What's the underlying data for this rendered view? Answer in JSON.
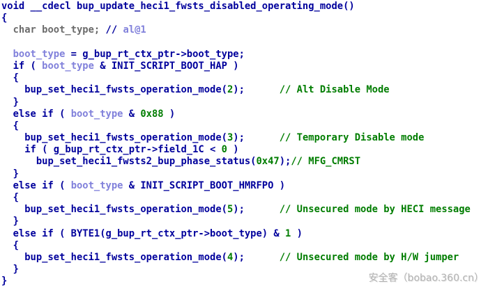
{
  "app": {
    "view": "hexrays-pseudocode",
    "function_name": "bup_update_heci1_fwsts_disabled_operating_mode"
  },
  "palette": {
    "kw": "#00009C",
    "lv": "#8181DB",
    "num": "#007D00",
    "com": "#007D00",
    "gry": "#6B6B6B",
    "background": "#FFFFFF",
    "watermark": "#B2B2B2"
  },
  "code": {
    "lines": [
      {
        "segments": [
          {
            "style": "kw",
            "text": "void __cdecl bup_update_heci1_fwsts_disabled_operating_mode()"
          }
        ]
      },
      {
        "segments": [
          {
            "style": "kw",
            "text": "{"
          }
        ]
      },
      {
        "segments": [
          {
            "style": "gry",
            "text": "  char boot_type; "
          },
          {
            "style": "kw",
            "text": "// "
          },
          {
            "style": "lv",
            "text": "al@1"
          }
        ]
      },
      {
        "segments": []
      },
      {
        "segments": [
          {
            "style": "lv",
            "text": "  boot_type"
          },
          {
            "style": "kw",
            "text": " = g_bup_rt_ctx_ptr->boot_type;"
          }
        ]
      },
      {
        "segments": [
          {
            "style": "kw",
            "text": "  if ( "
          },
          {
            "style": "lv",
            "text": "boot_type"
          },
          {
            "style": "kw",
            "text": " & INIT_SCRIPT_BOOT_HAP )"
          }
        ]
      },
      {
        "segments": [
          {
            "style": "kw",
            "text": "  {"
          }
        ]
      },
      {
        "segments": [
          {
            "style": "kw",
            "text": "    bup_set_heci1_fwsts_operation_mode("
          },
          {
            "style": "num",
            "text": "2"
          },
          {
            "style": "kw",
            "text": ");"
          },
          {
            "style": "kw",
            "text": "      "
          },
          {
            "style": "com",
            "text": "// Alt Disable Mode"
          }
        ]
      },
      {
        "segments": [
          {
            "style": "kw",
            "text": "  }"
          }
        ]
      },
      {
        "segments": [
          {
            "style": "kw",
            "text": "  else if ( "
          },
          {
            "style": "lv",
            "text": "boot_type"
          },
          {
            "style": "kw",
            "text": " & "
          },
          {
            "style": "num",
            "text": "0x88"
          },
          {
            "style": "kw",
            "text": " )"
          }
        ]
      },
      {
        "segments": [
          {
            "style": "kw",
            "text": "  {"
          }
        ]
      },
      {
        "segments": [
          {
            "style": "kw",
            "text": "    bup_set_heci1_fwsts_operation_mode("
          },
          {
            "style": "num",
            "text": "3"
          },
          {
            "style": "kw",
            "text": ");"
          },
          {
            "style": "kw",
            "text": "      "
          },
          {
            "style": "com",
            "text": "// Temporary Disable mode"
          }
        ]
      },
      {
        "segments": [
          {
            "style": "kw",
            "text": "    if ( g_bup_rt_ctx_ptr->field_1C < "
          },
          {
            "style": "num",
            "text": "0"
          },
          {
            "style": "kw",
            "text": " )"
          }
        ]
      },
      {
        "segments": [
          {
            "style": "kw",
            "text": "      bup_set_heci1_fwsts2_bup_phase_status("
          },
          {
            "style": "num",
            "text": "0x47"
          },
          {
            "style": "kw",
            "text": ");"
          },
          {
            "style": "com",
            "text": "// MFG_CMRST"
          }
        ]
      },
      {
        "segments": [
          {
            "style": "kw",
            "text": "  }"
          }
        ]
      },
      {
        "segments": [
          {
            "style": "kw",
            "text": "  else if ( "
          },
          {
            "style": "lv",
            "text": "boot_type"
          },
          {
            "style": "kw",
            "text": " & INIT_SCRIPT_BOOT_HMRFPO )"
          }
        ]
      },
      {
        "segments": [
          {
            "style": "kw",
            "text": "  {"
          }
        ]
      },
      {
        "segments": [
          {
            "style": "kw",
            "text": "    bup_set_heci1_fwsts_operation_mode("
          },
          {
            "style": "num",
            "text": "5"
          },
          {
            "style": "kw",
            "text": ");"
          },
          {
            "style": "kw",
            "text": "      "
          },
          {
            "style": "com",
            "text": "// Unsecured mode by HECI message"
          }
        ]
      },
      {
        "segments": [
          {
            "style": "kw",
            "text": "  }"
          }
        ]
      },
      {
        "segments": [
          {
            "style": "kw",
            "text": "  else if ( BYTE1(g_bup_rt_ctx_ptr->boot_type) & "
          },
          {
            "style": "num",
            "text": "1"
          },
          {
            "style": "kw",
            "text": " )"
          }
        ]
      },
      {
        "segments": [
          {
            "style": "kw",
            "text": "  {"
          }
        ]
      },
      {
        "segments": [
          {
            "style": "kw",
            "text": "    bup_set_heci1_fwsts_operation_mode("
          },
          {
            "style": "num",
            "text": "4"
          },
          {
            "style": "kw",
            "text": ");"
          },
          {
            "style": "kw",
            "text": "      "
          },
          {
            "style": "com",
            "text": "// Unsecured mode by H/W jumper"
          }
        ]
      },
      {
        "segments": [
          {
            "style": "kw",
            "text": "  }"
          }
        ]
      },
      {
        "segments": [
          {
            "style": "kw",
            "text": "}"
          }
        ]
      }
    ]
  },
  "watermark": {
    "text": "安全客（bobao.360.cn）"
  }
}
